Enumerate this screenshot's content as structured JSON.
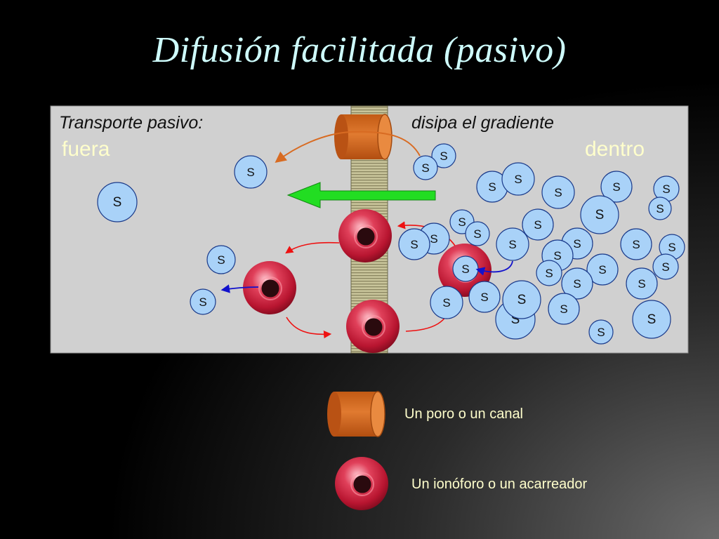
{
  "title": "Difusión facilitada (pasivo)",
  "diagram": {
    "heading_left": "Transporte pasivo:",
    "heading_right": "disipa el gradiente",
    "side_out": "fuera",
    "side_in": "dentro",
    "solute_label": "S"
  },
  "legend": {
    "pore_label": "Un poro o un canal",
    "carrier_label": "Un ionóforo o un acarreador"
  },
  "colors": {
    "title": "#cfffff",
    "panel": "#d0d0d0",
    "solute_fill": "#a9d2f8",
    "pore": "#d86b22",
    "carrier": "#c8253c",
    "arrow_green": "#22dd22",
    "arrow_red": "#ee1111",
    "arrow_blue": "#1111cc",
    "side_label": "#ffffcc"
  }
}
